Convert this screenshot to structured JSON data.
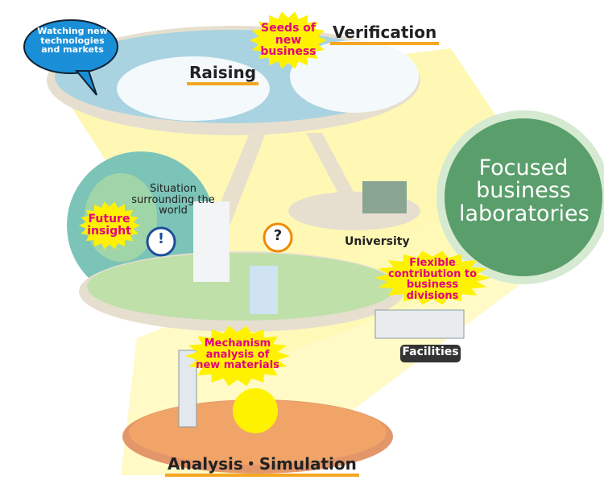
{
  "title": "Focused business laboratories",
  "labels": {
    "watching": "Watching new technologies and markets",
    "seeds": "Seeds of new business",
    "verification": "Verification",
    "raising": "Raising",
    "situation": "Situation surrounding the world",
    "future": "Future insight",
    "exclaim": "!",
    "question": "?",
    "university": "University",
    "flexible": "Flexible contribution to business divisions",
    "facilities": "Facilities",
    "mechanism": "Mechanism analysis of new materials",
    "analysis": "Analysis・Simulation"
  },
  "colors": {
    "beam": "#fff7a8",
    "green_circle": "#5a9e6b",
    "pink_text": "#e4007f",
    "underline": "#f5a623",
    "bubble_blue": "#1a8fd8",
    "floor_orange": "#f0a468"
  }
}
